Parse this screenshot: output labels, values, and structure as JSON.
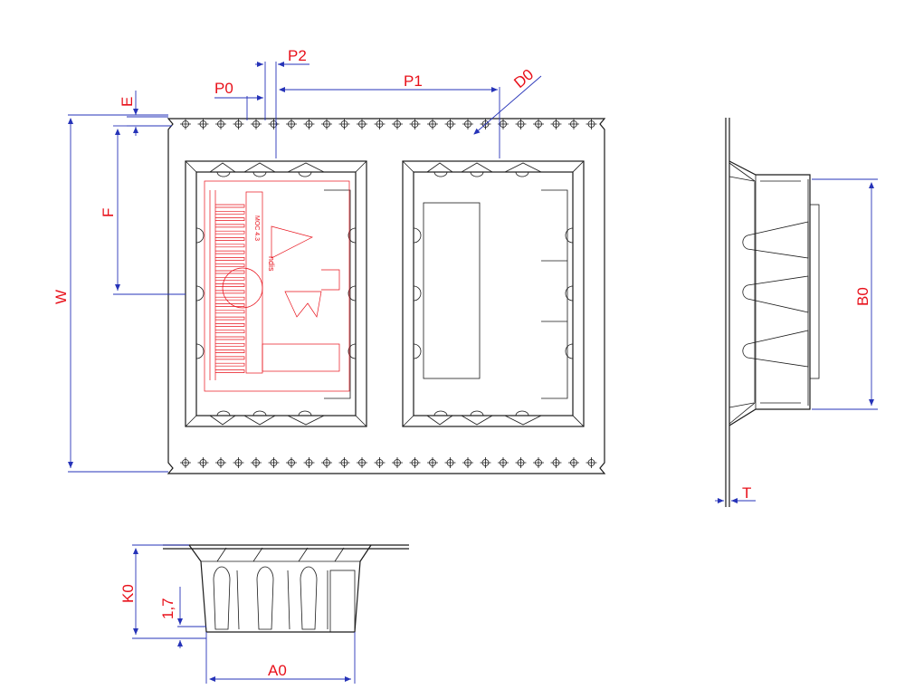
{
  "labels": {
    "e": "E",
    "p0": "P0",
    "p2": "P2",
    "p1": "P1",
    "d0": "D0",
    "w": "W",
    "f": "F",
    "b0": "B0",
    "t": "T",
    "k0": "K0",
    "h17": "1,7",
    "a0": "A0"
  },
  "chip_text": {
    "marking_1": "MOC 4.3",
    "marking_2": "ndis"
  },
  "colors": {
    "outline": "#1a1a1a",
    "dimension_line": "#2633b8",
    "dimension_text": "#e8101a",
    "component": "#e8101a"
  }
}
